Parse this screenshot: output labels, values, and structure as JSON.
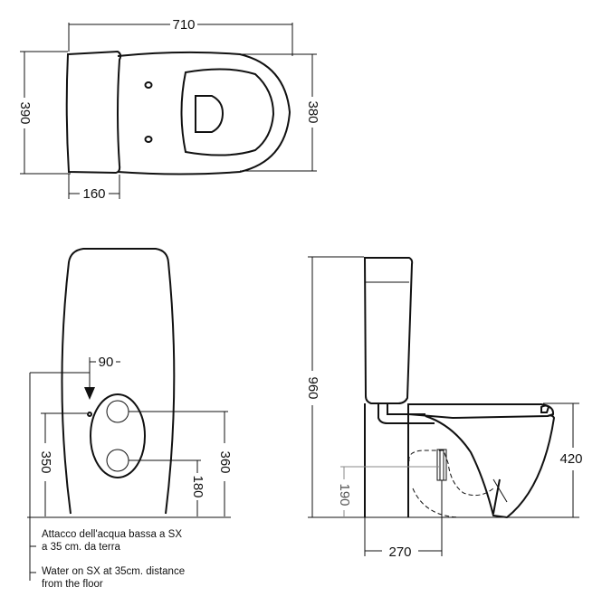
{
  "dimensions": {
    "top_width": "710",
    "top_left_height": "390",
    "top_right_height": "380",
    "tank_depth": "160",
    "front_inlet_offset": "90",
    "front_left_height": "350",
    "front_right_height": "360",
    "front_outlet_height": "180",
    "side_total_height": "960",
    "side_seat_height": "420",
    "side_outlet_height": "190",
    "side_outlet_distance": "270"
  },
  "notes": {
    "italian_line1": "Attacco dell'acqua bassa a SX",
    "italian_line2": "a 35 cm. da terra",
    "english_line1": "Water on SX at 35cm. distance",
    "english_line2": "from the floor"
  }
}
